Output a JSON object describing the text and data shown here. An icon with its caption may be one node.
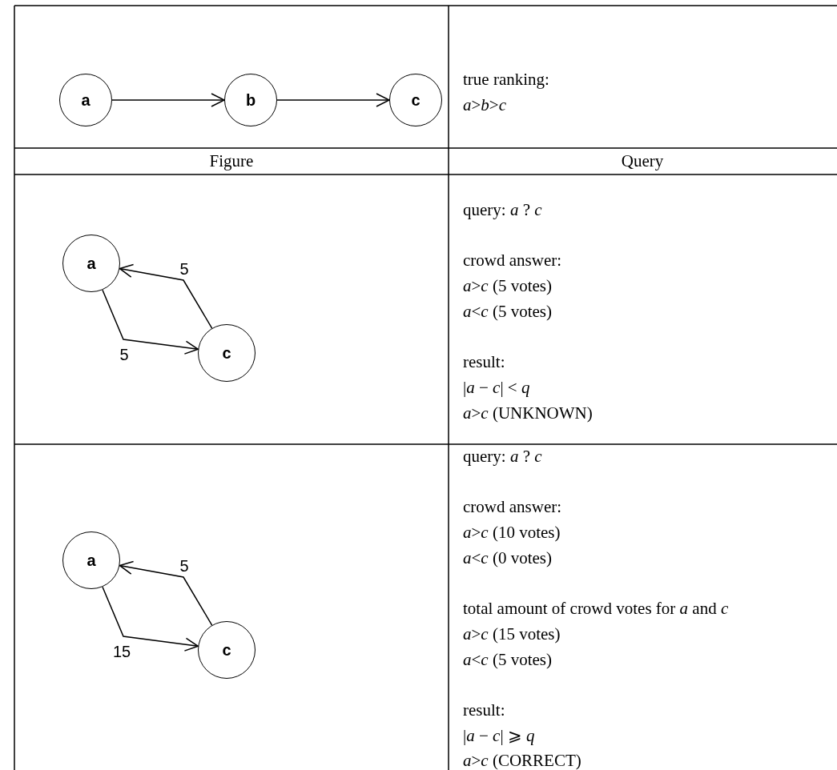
{
  "diagram": {
    "nodes": [
      {
        "text": [
          "a"
        ]
      },
      {
        "text": [
          "b"
        ]
      },
      {
        "text": [
          "c"
        ]
      },
      {
        "text": [
          "a"
        ]
      },
      {
        "text": [
          "c"
        ]
      },
      {
        "text": [
          "a"
        ]
      },
      {
        "text": [
          "c"
        ]
      }
    ],
    "edges": [
      {
        "from": 0,
        "to": 1,
        "arrow": "to"
      },
      {
        "from": 1,
        "to": 2,
        "arrow": "to"
      },
      {
        "from": 3,
        "to": 4,
        "arrow": "to",
        "label": "5"
      },
      {
        "from": 4,
        "to": 3,
        "arrow": "to",
        "label": "5"
      },
      {
        "from": 5,
        "to": 6,
        "arrow": "to",
        "label": "15"
      },
      {
        "from": 6,
        "to": 5,
        "arrow": "to",
        "label": "5"
      }
    ],
    "labels": [
      "true ranking:",
      "*a*>*b*>*c*",
      "Figure",
      "Query",
      "query: *a* ? *c*",
      "crowd answer:",
      "*a*>*c* (5 votes)",
      "*a*<*c* (5 votes)",
      "result:",
      "|*a* − *c*| < *q*",
      "*a*>*c* (UNKNOWN)",
      "query: *a* ? *c*",
      "crowd answer:",
      "*a*>*c* (10 votes)",
      "*a*<*c* (0 votes)",
      "total amount of crowd votes for *a* and *c*",
      "*a*>*c* (15 votes)",
      "*a*<*c* (5 votes)",
      "result:",
      "|*a* − *c*| ⩾ *q*",
      "*a*>*c* (CORRECT)"
    ]
  }
}
